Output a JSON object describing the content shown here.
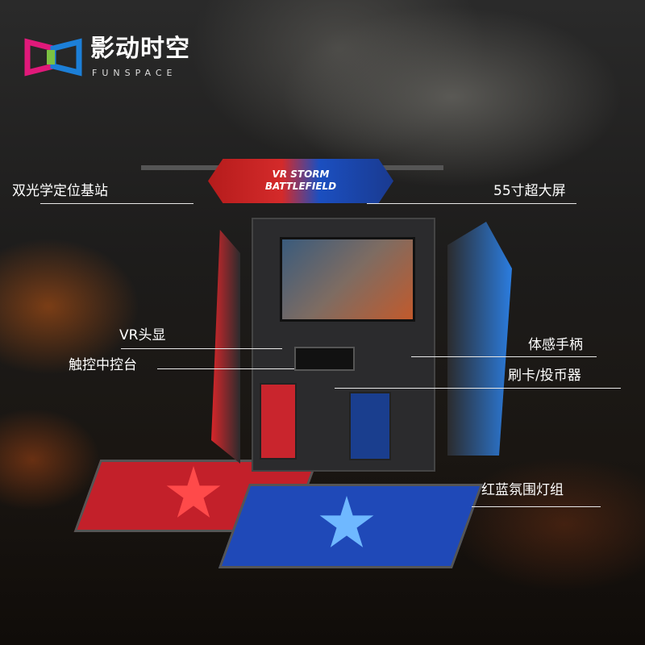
{
  "brand": {
    "name": "影动时空",
    "sub": "FUNSPACE"
  },
  "machine": {
    "banner_line1": "VR STORM",
    "banner_line2": "BATTLEFIELD"
  },
  "labels": {
    "base_station": "双光学定位基站",
    "screen": "55寸超大屏",
    "vr_headset": "VR头显",
    "console": "触控中控台",
    "controller": "体感手柄",
    "card_reader": "刷卡/投币器",
    "lights": "红蓝氛围灯组"
  },
  "colors": {
    "red": "#c3202a",
    "blue": "#1f49b8"
  }
}
